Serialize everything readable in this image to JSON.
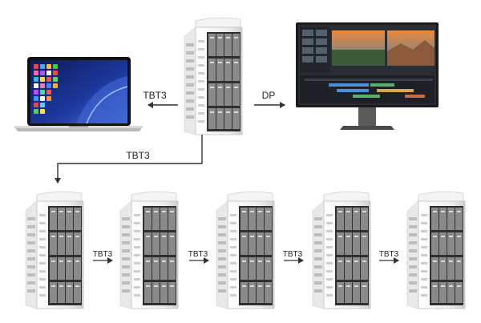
{
  "diagram": {
    "labels": {
      "host_link": "TBT3",
      "monitor_link": "DP",
      "chain_link": "TBT3",
      "daisy_links": [
        "TBT3",
        "TBT3",
        "TBT3",
        "TBT3"
      ]
    },
    "colors": {
      "connector": "#333333",
      "chassis_light": "#f2f2f2",
      "chassis_shadow": "#c9c9c9",
      "drive_bay": "#2f2f2f",
      "laptop_body": "#b8b8b8",
      "laptop_screen_bezel": "#111111",
      "laptop_wallpaper": "#1a2a7a",
      "monitor_bezel": "#1a1a1a",
      "monitor_stand": "#5a5a5a",
      "editor_ui": "#2a2d33"
    },
    "icons": [
      "laptop-icon",
      "monitor-icon",
      "storage-tower-icon"
    ]
  }
}
